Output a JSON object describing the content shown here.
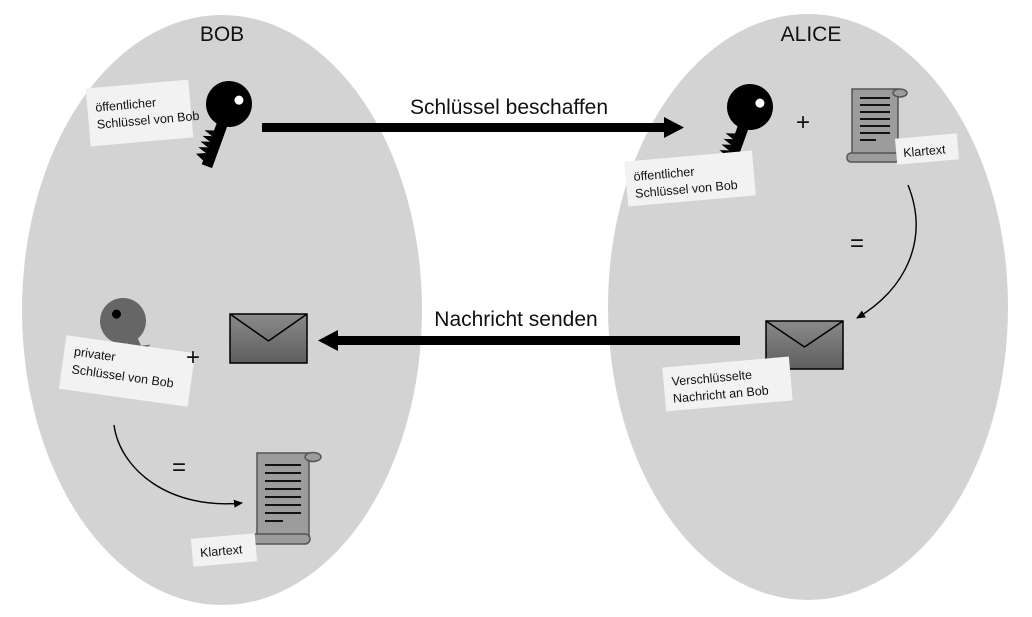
{
  "parties": {
    "bob": {
      "title": "BOB"
    },
    "alice": {
      "title": "ALICE"
    }
  },
  "arrows": {
    "get_key": "Schlüssel beschaffen",
    "send_message": "Nachricht senden"
  },
  "labels": {
    "bob_public_key": [
      "öffentlicher",
      "Schlüssel von Bob"
    ],
    "alice_public_key": [
      "öffentlicher",
      "Schlüssel von Bob"
    ],
    "alice_plaintext": "Klartext",
    "encrypted_message": [
      "Verschlüsselte",
      "Nachricht an Bob"
    ],
    "bob_private_key": [
      "privater",
      "Schlüssel von Bob"
    ],
    "bob_plaintext": "Klartext"
  },
  "symbols": {
    "alice_plus": "+",
    "alice_equals": "=",
    "bob_plus": "+",
    "bob_equals": "="
  },
  "icons": {
    "public_key": "key-icon",
    "private_key": "key-icon",
    "document": "scroll-document-icon",
    "message": "envelope-icon"
  },
  "colors": {
    "ellipse": "#d3d3d3",
    "public_key": "#000000",
    "private_key": "#666666",
    "envelope": "#7a7a7a",
    "document": "#9c9c9c",
    "label_box": "#f2f2f2"
  }
}
